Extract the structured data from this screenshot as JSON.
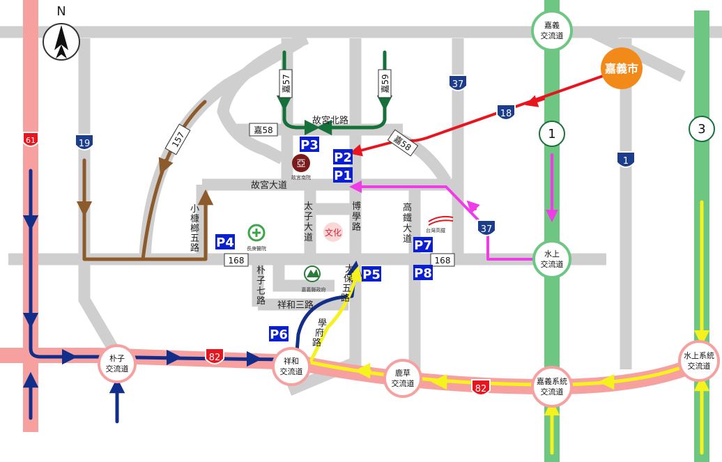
{
  "compass": {
    "label": "N"
  },
  "city": {
    "name": "嘉義市",
    "color": "#f28a1a"
  },
  "parking": [
    "P1",
    "P2",
    "P3",
    "P4",
    "P5",
    "P6",
    "P7",
    "P8"
  ],
  "routes": {
    "r61": "61",
    "r19": "19",
    "r157": "157",
    "r37a": "37",
    "r37b": "37",
    "r18": "18",
    "r1": "1",
    "f1": "1",
    "f3": "3",
    "r82a": "82",
    "r82b": "82",
    "r168a": "168",
    "r168b": "168",
    "jia57": "嘉57",
    "jia59": "嘉59",
    "jia58a": "嘉58",
    "jia58b": "嘉58"
  },
  "interchanges": {
    "chiayi": [
      "嘉義",
      "交流道"
    ],
    "shuishang": [
      "水上",
      "交流道"
    ],
    "puzi": [
      "朴子",
      "交流道"
    ],
    "xianghe": [
      "祥和",
      "交流道"
    ],
    "lucao": [
      "鹿草",
      "交流道"
    ],
    "chiayi_sys": [
      "嘉義系統",
      "交流道"
    ],
    "shuishang_sys": [
      "水上系統",
      "交流道"
    ]
  },
  "roads": {
    "gugong_north": "故宮北路",
    "gugong_ave": "故宮大道",
    "taizi": [
      "太",
      "子",
      "大",
      "道"
    ],
    "boxue": [
      "博",
      "學",
      "路"
    ],
    "gaotie": [
      "高",
      "鐵",
      "大",
      "道"
    ],
    "xiaokang": [
      "小",
      "槺",
      "榔",
      "五",
      "路"
    ],
    "puzi7": [
      "朴",
      "子",
      "七",
      "路"
    ],
    "xianghe3": "祥和三路",
    "taibao5": [
      "太",
      "保",
      "五",
      "路"
    ],
    "xueyuan": [
      "學",
      "府",
      "路"
    ]
  },
  "landmarks": {
    "palace": "故宮南院",
    "hospital": "長庚醫院",
    "thsr": "台灣高鐵",
    "county_gov": "嘉義縣政府",
    "culture": "文化"
  },
  "colors": {
    "red": "#e8141e",
    "green": "#15703a",
    "magenta": "#f03ce8",
    "brown": "#8c5a2b",
    "navy": "#112e8a",
    "yellow": "#f6f21e",
    "pink_freeway": "#f7a0a0",
    "green_freeway": "#6dc682",
    "road": "#cfcfcf"
  }
}
